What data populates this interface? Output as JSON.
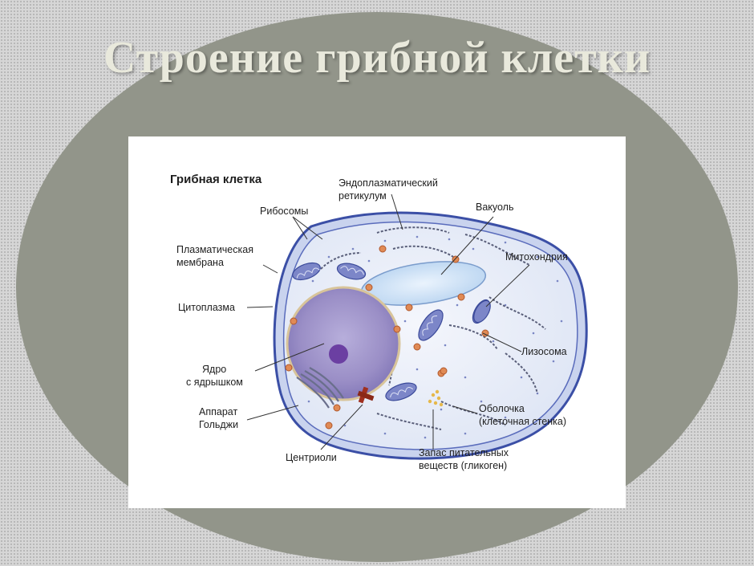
{
  "slide": {
    "title": "Строение грибной клетки"
  },
  "diagram": {
    "title": "Грибная клетка",
    "labels": {
      "er_line1": "Эндоплазматический",
      "er_line2": "ретикулум",
      "ribosomes": "Рибосомы",
      "vacuole": "Вакуоль",
      "plasma_line1": "Плазматическая",
      "plasma_line2": "мембрана",
      "mitochondria": "Митохондрия",
      "cytoplasm": "Цитоплазма",
      "lysosome": "Лизосома",
      "nucleus_line1": "Ядро",
      "nucleus_line2": "с ядрышком",
      "wall_line1": "Оболочка",
      "wall_line2": "(клеточная стенка)",
      "golgi_line1": "Аппарат",
      "golgi_line2": "Гольджи",
      "centrioles": "Центриоли",
      "storage_line1": "Запас питательных",
      "storage_line2": "веществ (гликоген)"
    },
    "colors": {
      "cell_wall": "#3c50a8",
      "cytoplasm": "#e9eef8",
      "nucleus": "#9b8fc4",
      "nucleolus": "#6a3fa0",
      "vacuole": "#cfe2f6",
      "mitochondria": "#7c86c8",
      "lysosome": "#e08a55",
      "centriole": "#a03020",
      "glycogen": "#e6b84a"
    }
  }
}
